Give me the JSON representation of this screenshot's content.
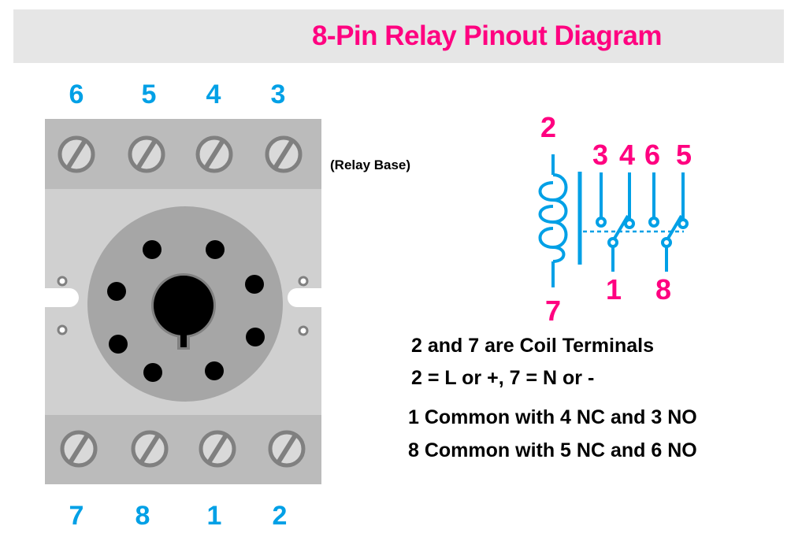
{
  "title": "8-Pin Relay Pinout Diagram",
  "colors": {
    "title": "#ff0080",
    "pin_label": "#00a0e6",
    "schematic_line": "#00a0e6",
    "schematic_label": "#ff0080",
    "banner": "#e6e6e6",
    "base_strip": "#bbbbbb",
    "base_body": "#d0d0d0",
    "socket": "#a6a6a6"
  },
  "relay_base": {
    "label": "(Relay Base)",
    "top_terminals": [
      "6",
      "5",
      "4",
      "3"
    ],
    "bottom_terminals": [
      "7",
      "8",
      "1",
      "2"
    ],
    "socket_pin_count": 8
  },
  "schematic": {
    "coil_top": "2",
    "coil_bottom": "7",
    "contacts_top": [
      "3",
      "4",
      "6",
      "5"
    ],
    "commons": [
      "1",
      "8"
    ]
  },
  "notes": [
    "2 and 7 are Coil Terminals",
    "2 = L or +, 7 = N or -",
    "1 Common with 4 NC and 3 NO",
    "8 Common with 5 NC and 6 NO"
  ]
}
